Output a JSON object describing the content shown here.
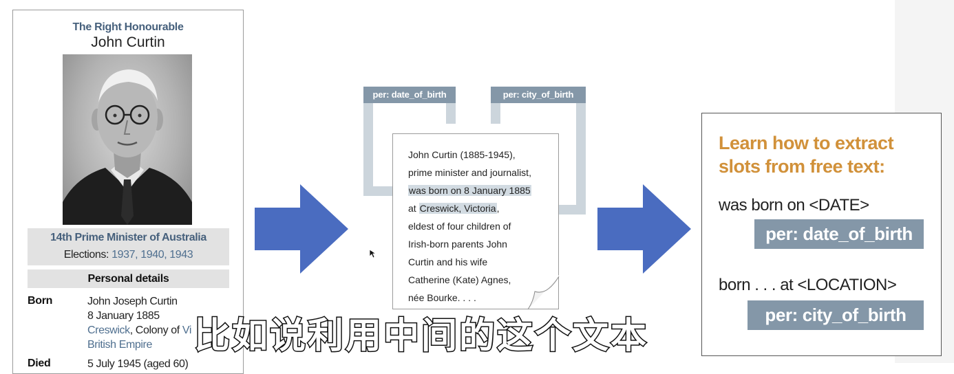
{
  "infobox": {
    "honorific": "The Right Honourable",
    "name": "John Curtin",
    "office_title": "14th Prime Minister of Australia",
    "elections_label": "Elections: ",
    "elections_years": "1937, 1940, 1943",
    "section_header": "Personal details",
    "born_label": "Born",
    "born_name": "John Joseph Curtin",
    "born_date": "8 January 1885",
    "born_place_link": "Creswick",
    "born_place_mid": ", Colony of ",
    "born_place_link2": "Vi",
    "born_place_line2": "British Empire",
    "died_label": "Died",
    "died_value": "5 July 1945 (aged 60)"
  },
  "slots": {
    "tag_date": "per: date_of_birth",
    "tag_city": "per: city_of_birth"
  },
  "document": {
    "lines": [
      "John Curtin (1885-1945),",
      "prime minister and journalist,",
      "was born on 8 January 1885",
      "at ",
      "eldest of four children of",
      "Irish-born parents John",
      "Curtin and his wife",
      "Catherine (Kate) Agnes,",
      "née Bourke.  . . ."
    ],
    "location_highlight": "Creswick, Victoria",
    "location_tail": ","
  },
  "panel": {
    "heading_line1": "Learn how to extract",
    "heading_line2": "slots from free text:",
    "pattern1": "was born on <DATE>",
    "slot1": "per: date_of_birth",
    "pattern2": "born . . . at <LOCATION>",
    "slot2": "per: city_of_birth"
  },
  "subtitle": "比如说利用中间的这个文本",
  "colors": {
    "arrow": "#4a6cc0",
    "slot_fill": "#8497a8",
    "heading_orange": "#d1913a",
    "highlight": "#d2dbe2",
    "infobox_blue": "#46607c"
  },
  "icons": {
    "arrow": "right-arrow-icon",
    "cursor": "mouse-cursor-icon"
  }
}
